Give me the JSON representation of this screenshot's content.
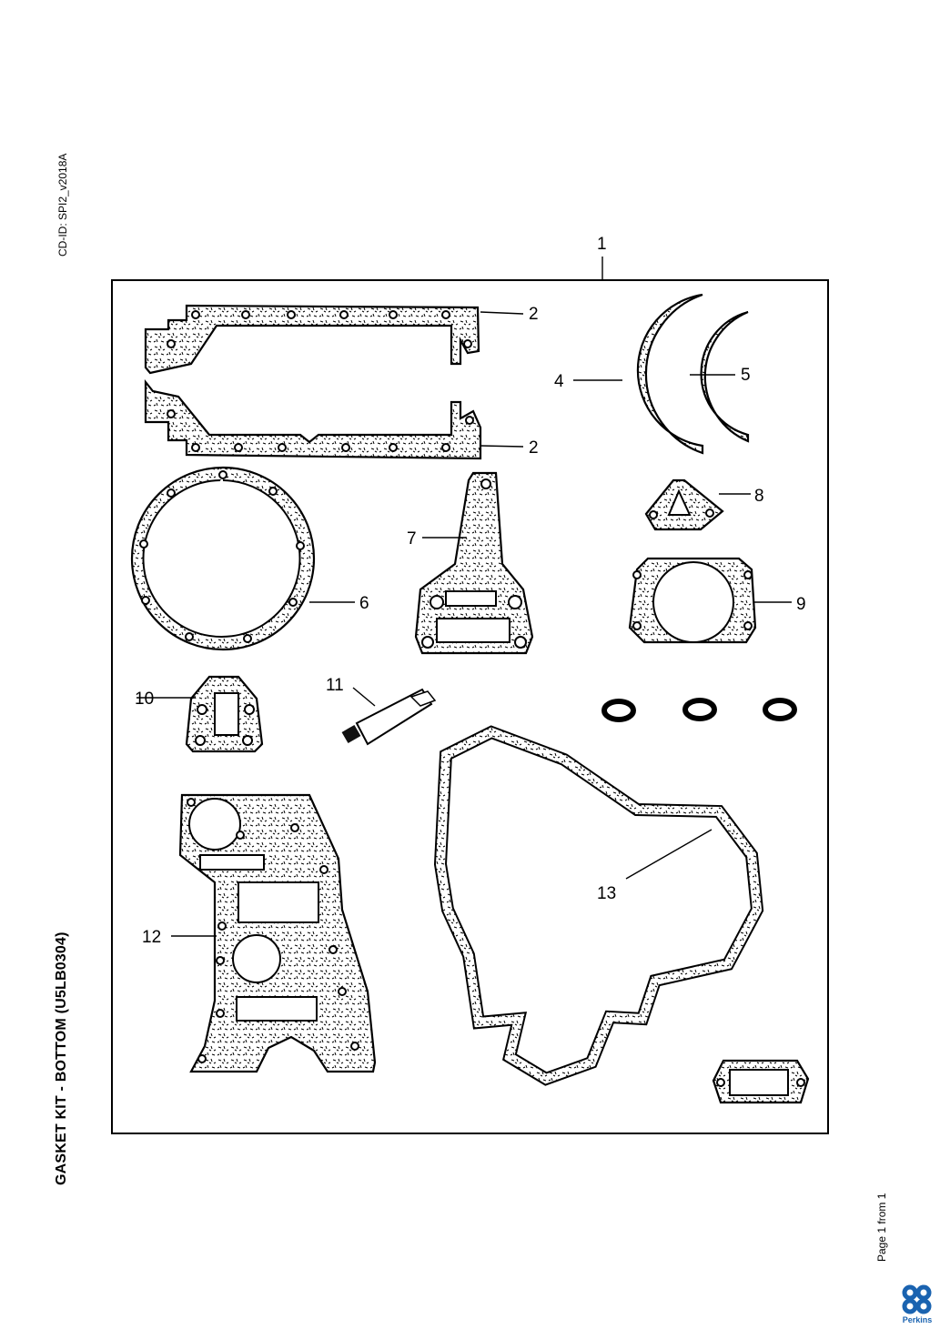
{
  "document": {
    "cd_id": "CD-ID: SPI2_v2018A",
    "title": "GASKET KIT - BOTTOM (U5LB0304)",
    "page_info": "Page 1 from 1",
    "brand": "Perkins",
    "brand_color": "#1a63b0"
  },
  "callouts": [
    "1",
    "2",
    "2",
    "4",
    "5",
    "6",
    "7",
    "8",
    "9",
    "10",
    "11",
    "12",
    "13"
  ],
  "icons": {
    "logo": "perkins-logo-icon"
  }
}
